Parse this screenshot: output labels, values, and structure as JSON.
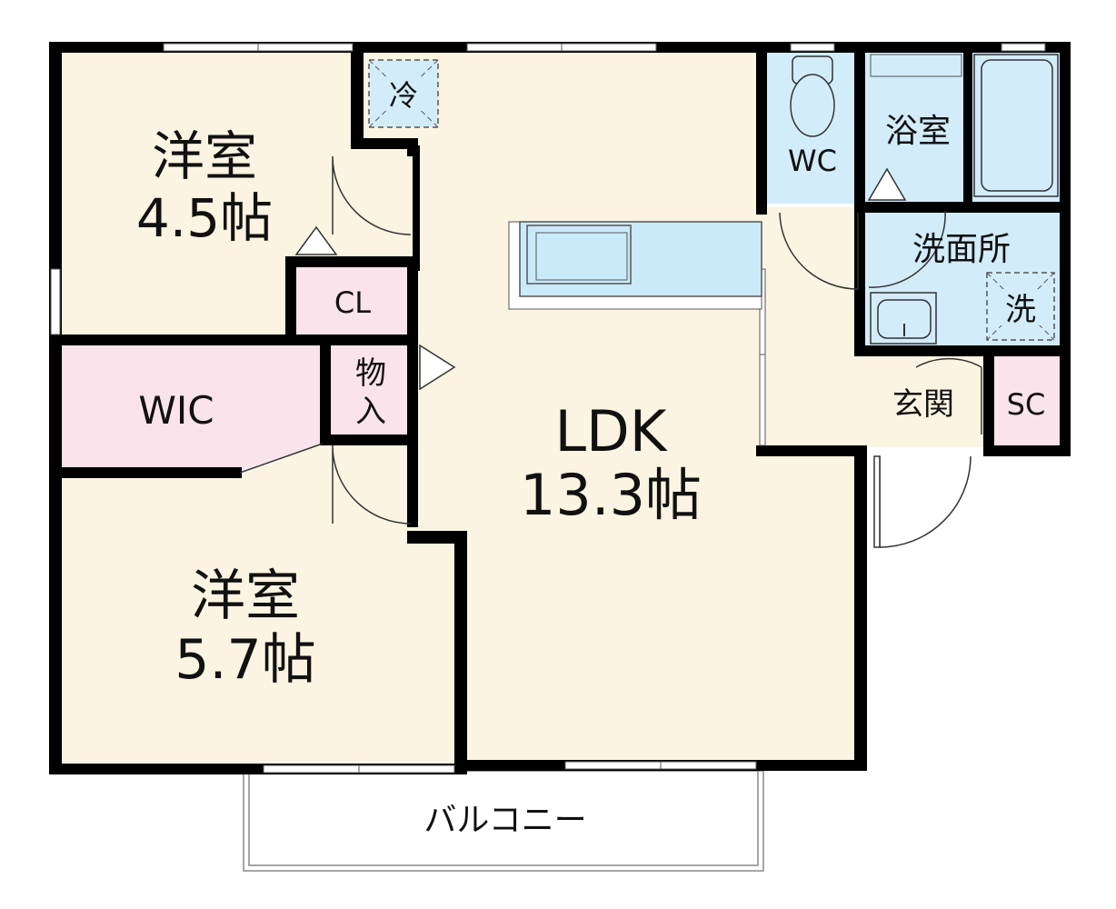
{
  "rooms": {
    "western_room_1": {
      "name": "洋室",
      "size": "4.5帖"
    },
    "western_room_2": {
      "name": "洋室",
      "size": "5.7帖"
    },
    "ldk": {
      "name": "LDK",
      "size": "13.3帖"
    },
    "closet": "CL",
    "walk_in_closet": "WIC",
    "storage": {
      "line1": "物",
      "line2": "入"
    },
    "refrigerator": "冷",
    "toilet": "WC",
    "bathroom": "浴室",
    "washroom": "洗面所",
    "washing_machine": "洗",
    "entrance": "玄関",
    "shoe_closet": "SC",
    "balcony": "バルコニー"
  },
  "colors": {
    "living": "#fcf4e2",
    "storage": "#fbe3ec",
    "water": "#d3ecfa",
    "wall": "#000000",
    "fixture": "#c9eaf9"
  }
}
